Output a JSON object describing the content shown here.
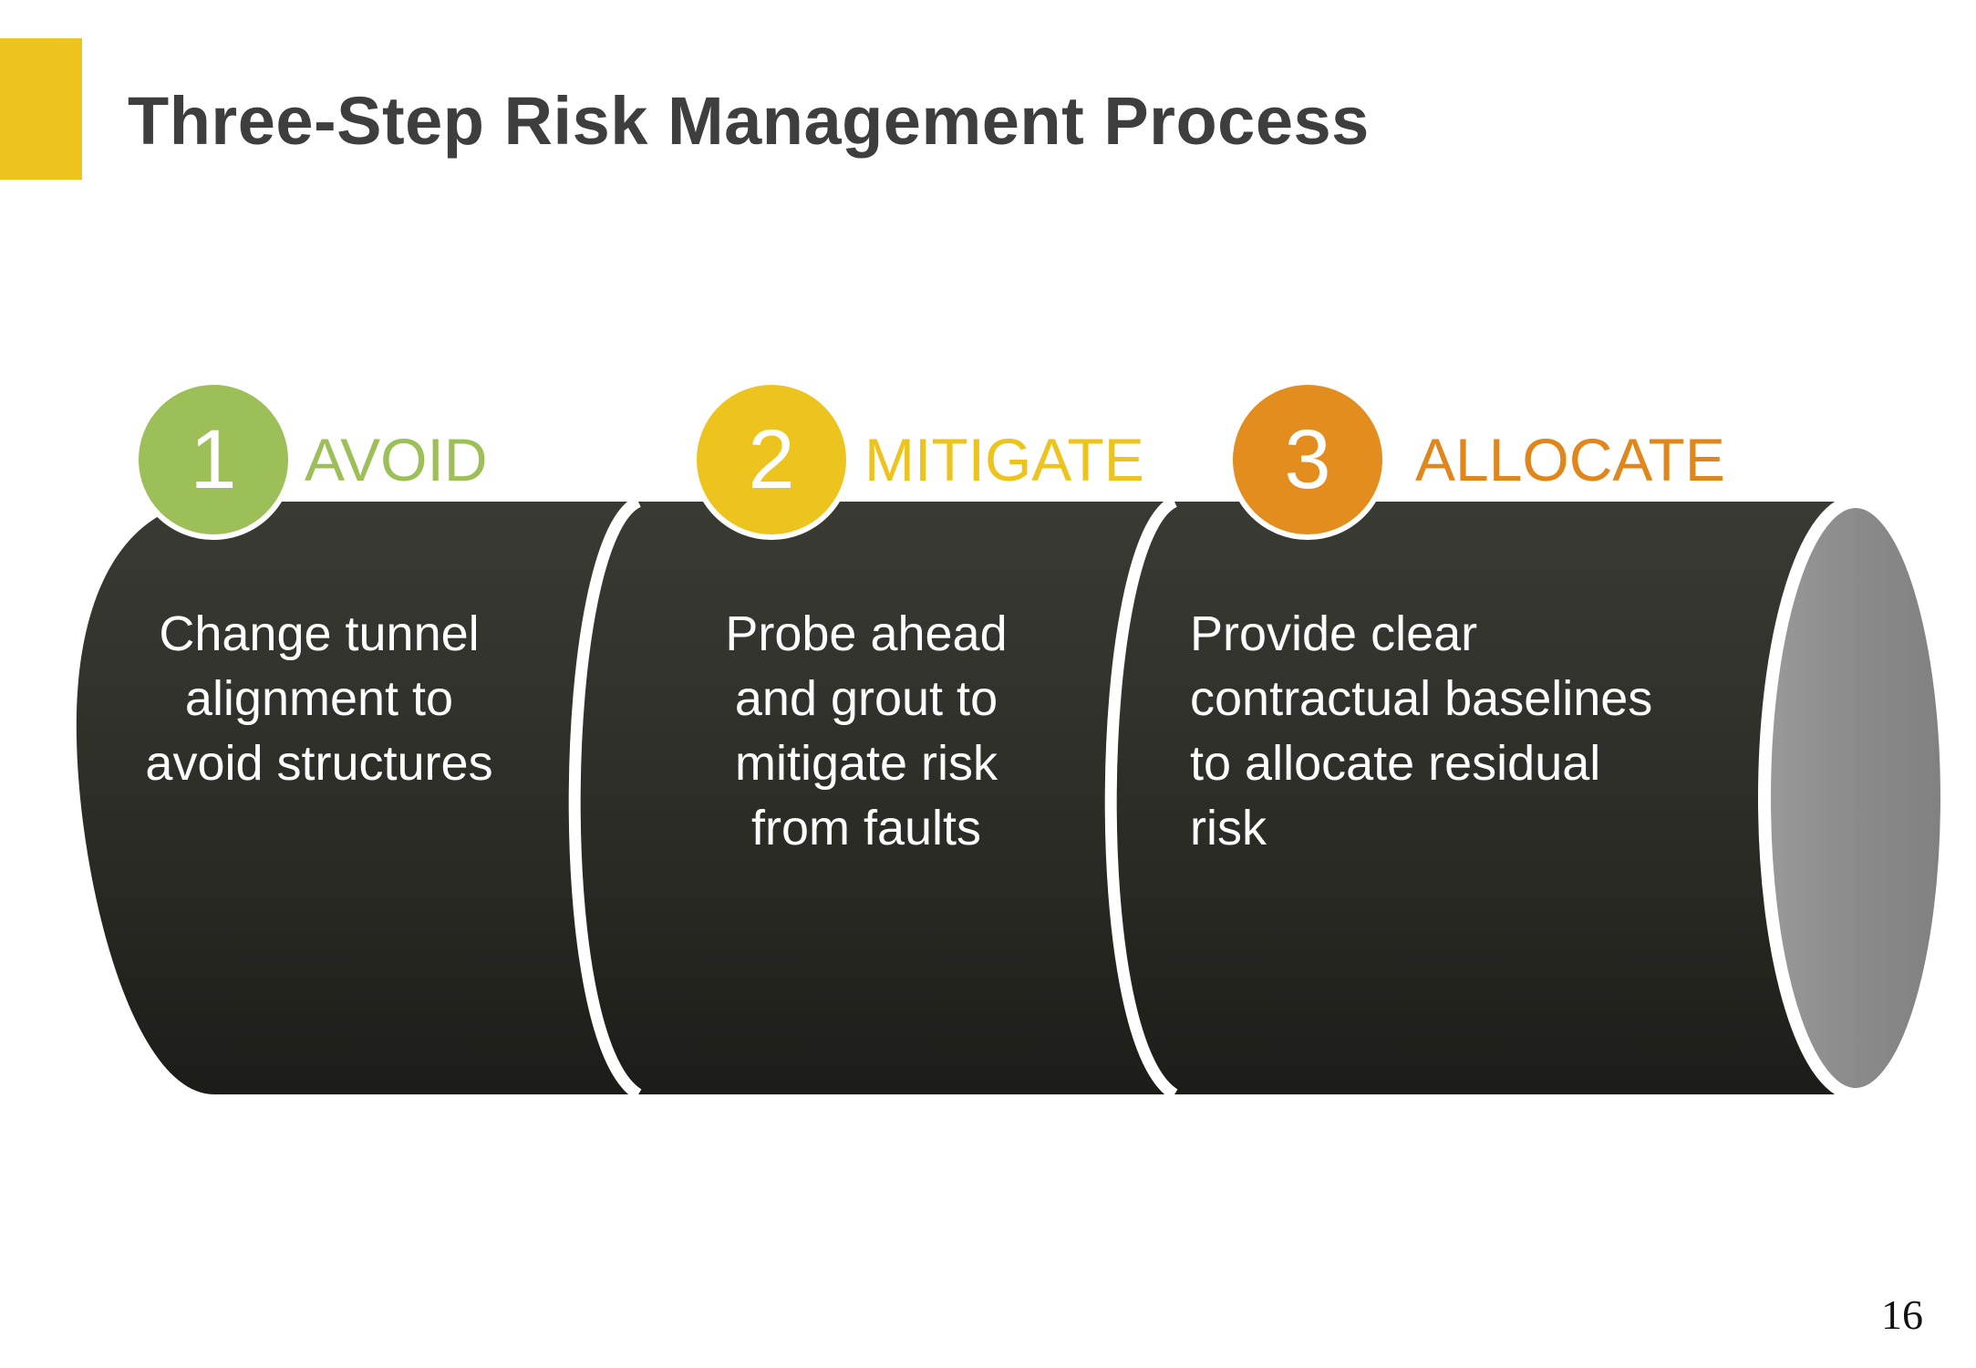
{
  "slide": {
    "title": "Three-Step Risk Management Process",
    "page_number": "16",
    "accent_color": "#EDC41E",
    "title_color": "#3E3E3E",
    "background_color": "#FFFFFF"
  },
  "diagram": {
    "type": "cylinder-process",
    "body_color": "#2C2C28",
    "endcap_color": "#8A8A8A",
    "divider_color": "#FFFFFF",
    "steps": [
      {
        "number": "1",
        "label": "AVOID",
        "color": "#9CBF58",
        "body": "Change tunnel alignment to avoid structures"
      },
      {
        "number": "2",
        "label": "MITIGATE",
        "color": "#EDC41E",
        "body": "Probe ahead and grout to mitigate risk from faults"
      },
      {
        "number": "3",
        "label": "ALLOCATE",
        "color": "#E38D1E",
        "body": "Provide clear contractual baselines to allocate residual risk"
      }
    ]
  }
}
